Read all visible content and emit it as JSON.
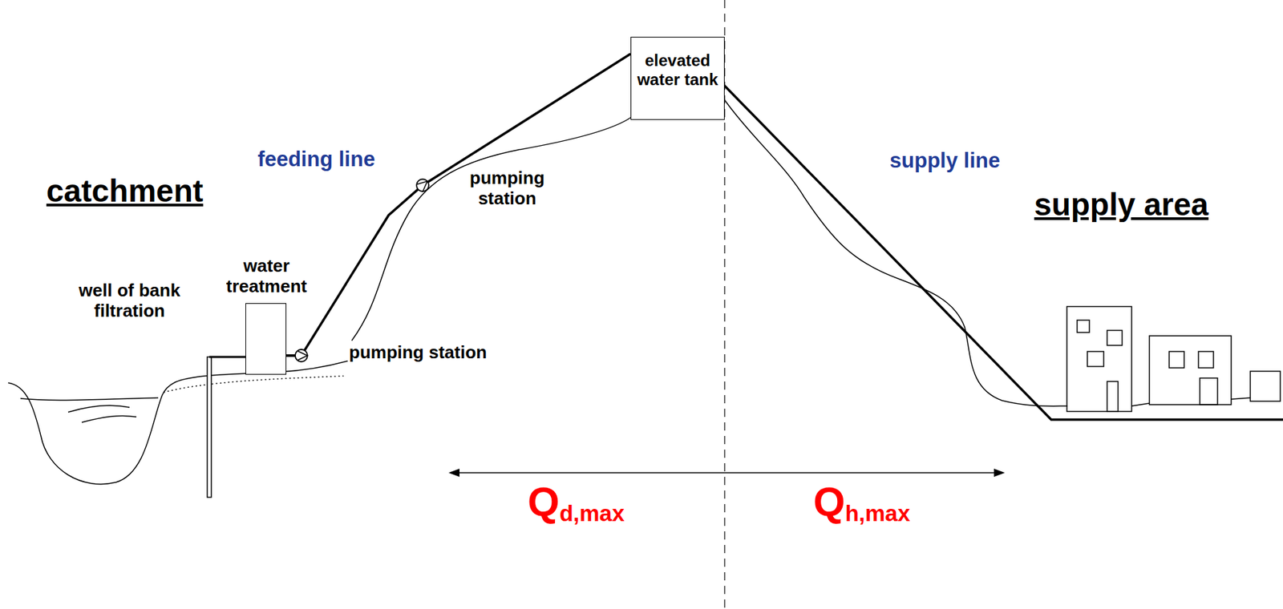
{
  "diagram": {
    "nodes": [
      {
        "text": [
          "water treatment"
        ]
      },
      {
        "text": [
          "elevated water tank"
        ]
      }
    ],
    "edges": [
      {
        "from": 0,
        "to": 1,
        "arrow": "none"
      }
    ],
    "labels": [
      "catchment",
      "well of bank filtration",
      "pumping station",
      "feeding line",
      "pumping station",
      "supply line",
      "supply area",
      "Qd,max",
      "Qh,max"
    ]
  }
}
